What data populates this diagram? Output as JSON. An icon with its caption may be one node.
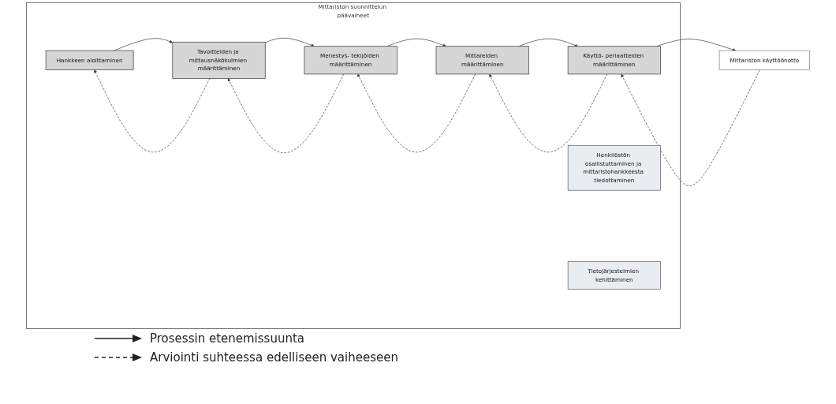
{
  "diagram": {
    "nodes": [
      {
        "text": [
          "Mittariston suunnittelun päävaiheet"
        ]
      },
      {
        "text": [
          "Hankkeen aloittaminen"
        ],
        "in": 0
      },
      {
        "text": [
          "Tavoitteiden ja mittausnäkökulmien määrittäminen"
        ],
        "in": 0
      },
      {
        "text": [
          "Menestys- tekijöiden määrittäminen"
        ],
        "in": 0
      },
      {
        "text": [
          "Mittareiden määrittäminen"
        ],
        "in": 0
      },
      {
        "text": [
          "Käyttö- periaatteiden määrittäminen"
        ],
        "in": 0
      },
      {
        "text": [
          "Henkilöstön osallistuttaminen ja mittaristohankkeesta tiedottaminen"
        ],
        "in": 0
      },
      {
        "text": [
          "Tietojärjestelmien kehittäminen"
        ],
        "in": 0
      },
      {
        "text": [
          "Mittariston käyttöönotto"
        ]
      }
    ],
    "edges": [
      {
        "from": 1,
        "to": 2,
        "arrow": "to"
      },
      {
        "from": 2,
        "to": 3,
        "arrow": "to"
      },
      {
        "from": 3,
        "to": 4,
        "arrow": "to"
      },
      {
        "from": 4,
        "to": 5,
        "arrow": "to"
      },
      {
        "from": 5,
        "to": 8,
        "arrow": "to"
      },
      {
        "from": 2,
        "to": 1,
        "arrow": "to",
        "style": "dashed"
      },
      {
        "from": 3,
        "to": 2,
        "arrow": "to",
        "style": "dashed"
      },
      {
        "from": 4,
        "to": 3,
        "arrow": "to",
        "style": "dashed"
      },
      {
        "from": 5,
        "to": 4,
        "arrow": "to",
        "style": "dashed"
      },
      {
        "from": 8,
        "to": 5,
        "arrow": "to",
        "style": "dashed"
      }
    ],
    "legend": [
      {
        "text": "Prosessin etenemissuunta"
      },
      {
        "text": "Arviointi suhteessa edelliseen vaiheeseen"
      }
    ]
  }
}
